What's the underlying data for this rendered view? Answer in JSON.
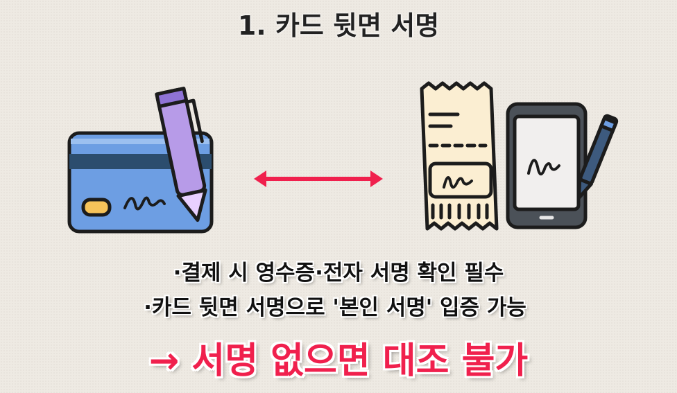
{
  "title": "1. 카드 뒷면 서명",
  "bullets": [
    "·결제 시 영수증·전자 서명 확인 필수",
    "·카드 뒷면 서명으로 '본인 서명' 입증 가능"
  ],
  "conclusion": "→ 서명 없으면 대조 불가",
  "icons": [
    "credit-card-with-pen-icon",
    "double-arrow-icon",
    "receipt-signature-icon",
    "tablet-signature-icon"
  ],
  "colors": {
    "accent": "#f0204d",
    "card": "#6d9ee3",
    "pen": "#b79be8",
    "receipt": "#fbeed2"
  }
}
